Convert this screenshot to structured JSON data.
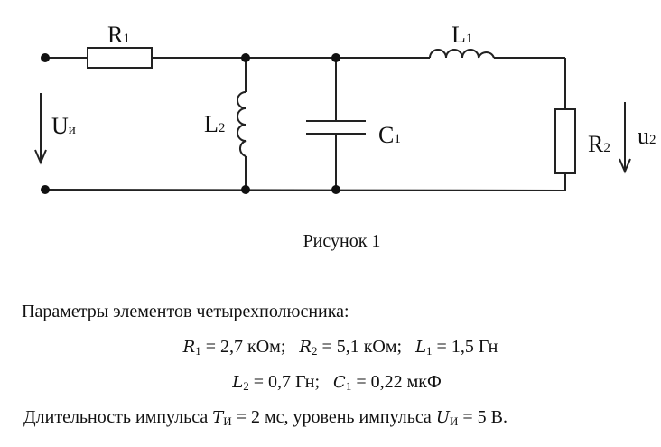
{
  "figure": {
    "caption": "Рисунок 1",
    "labels": {
      "R1": {
        "main": "R",
        "sub": "1"
      },
      "R2": {
        "main": "R",
        "sub": "2"
      },
      "L1": {
        "main": "L",
        "sub": "1"
      },
      "L2": {
        "main": "L",
        "sub": "2"
      },
      "C1": {
        "main": "C",
        "sub": "1"
      },
      "Uin": {
        "main": "U",
        "sub": "и"
      },
      "u2": {
        "main": "u",
        "sub": "2"
      }
    }
  },
  "text": {
    "heading": "Параметры элементов четырехполюсника:",
    "params_line1": [
      {
        "sym": "R",
        "sub": "1",
        "value": " = 2,7 кОм;  "
      },
      {
        "sym": "R",
        "sub": "2",
        "value": " = 5,1 кОм;  "
      },
      {
        "sym": "L",
        "sub": "1",
        "value": " = 1,5 Гн"
      }
    ],
    "params_line2": [
      {
        "sym": "L",
        "sub": "2",
        "value": " = 0,7 Гн;  "
      },
      {
        "sym": "C",
        "sub": "1",
        "value": " = 0,22 мкФ"
      }
    ],
    "pulse": {
      "prefix": "Длительность импульса ",
      "t_sym": "T",
      "t_sub": "И",
      "t_value": " = 2 мс, уровень импульса ",
      "u_sym": "U",
      "u_sub": "И",
      "u_value": " = 5 В."
    }
  }
}
